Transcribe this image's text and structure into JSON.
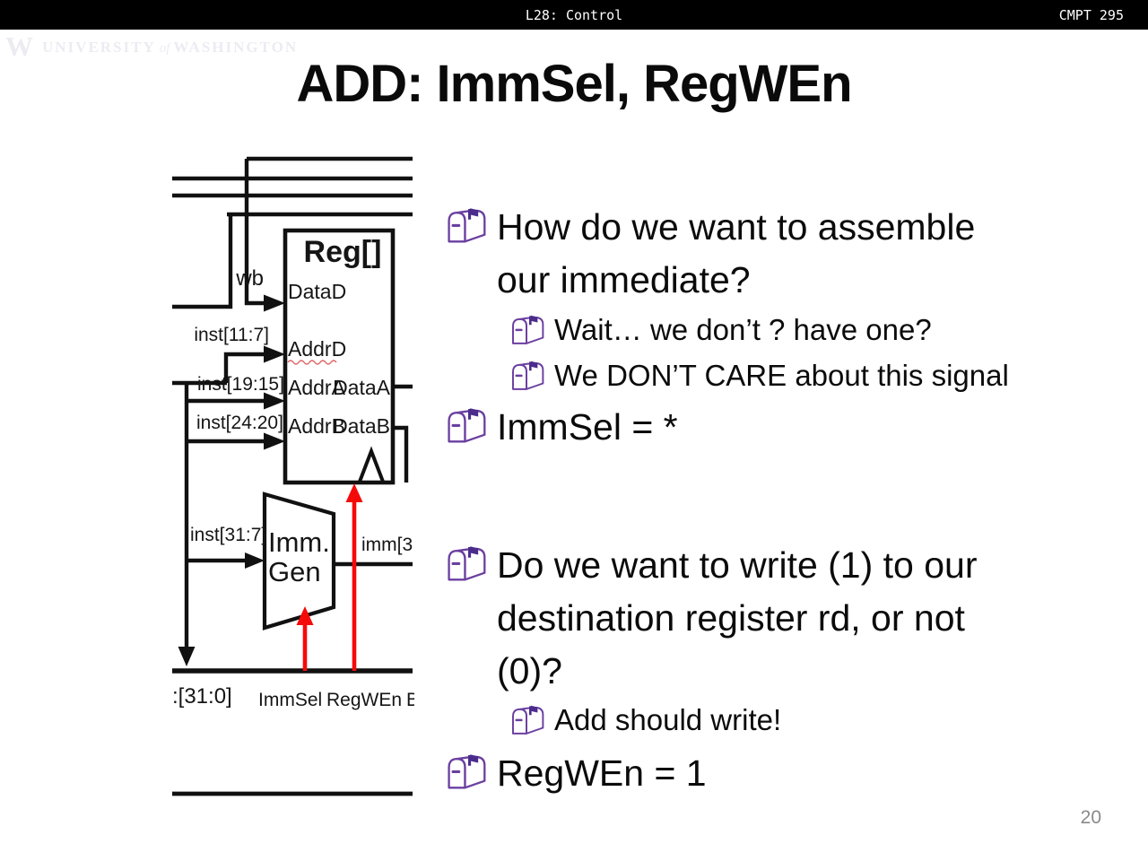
{
  "topbar": {
    "lecture": "L28: Control",
    "course": "CMPT 295"
  },
  "watermark": {
    "logo": "W",
    "university": "UNIVERSITY",
    "of": "of",
    "washington": "WASHINGTON"
  },
  "title": "ADD: ImmSel, RegWEn",
  "page_number": "20",
  "colors": {
    "mailbox_outline": "#6B3FA0",
    "mailbox_flag": "#4B2C8C",
    "wire_red": "#F50A0A",
    "wire_black": "#111111",
    "squiggle_red": "#E06666",
    "page_gray": "#8a8a8a"
  },
  "diagram": {
    "reg_title": "Reg[]",
    "ports": {
      "dataD": "DataD",
      "addrD": "AddrD",
      "addrA": "AddrA",
      "dataA": "DataA",
      "addrB": "AddrB",
      "dataB": "DataB"
    },
    "labels": {
      "wb": "wb",
      "inst_11_7": "inst[11:7]",
      "inst_19_15": "inst[19:15]",
      "inst_24_20": "inst[24:20]",
      "inst_31_7": "inst[31:7]",
      "immgen_line1": "Imm.",
      "immgen_line2": "Gen",
      "imm_out": "imm[3",
      "bus": ":[31:0]",
      "immsel": "ImmSel",
      "regwen": "RegWEn",
      "b_cut": "B"
    }
  },
  "bullets": [
    {
      "level": 1,
      "text": "How do we want to assemble\nour immediate?"
    },
    {
      "level": 2,
      "text": "Wait… we don’t ? have one?"
    },
    {
      "level": 2,
      "text": "We DON’T CARE about this signal"
    },
    {
      "level": 1,
      "text": "ImmSel = *"
    },
    {
      "level": 1,
      "text": "Do we want to write (1) to our\ndestination register rd, or not\n(0)?"
    },
    {
      "level": 2,
      "text": "Add should write!"
    },
    {
      "level": 1,
      "text": "RegWEn = 1"
    }
  ]
}
